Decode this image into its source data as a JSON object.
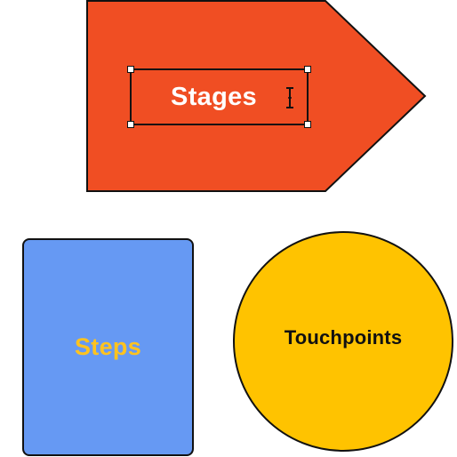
{
  "canvas": {
    "background": "#ffffff"
  },
  "shapes": {
    "pentagon": {
      "label": "Stages",
      "fill": "#F04E23",
      "stroke": "#111111",
      "label_color": "#ffffff",
      "selected": true,
      "cursor_icon": "text-cursor-icon"
    },
    "rectangle": {
      "label": "Steps",
      "fill": "#6699F3",
      "stroke": "#111111",
      "label_color": "#FFC31F"
    },
    "circle": {
      "label": "Touchpoints",
      "fill": "#FFC300",
      "stroke": "#111111",
      "label_color": "#111111"
    }
  }
}
